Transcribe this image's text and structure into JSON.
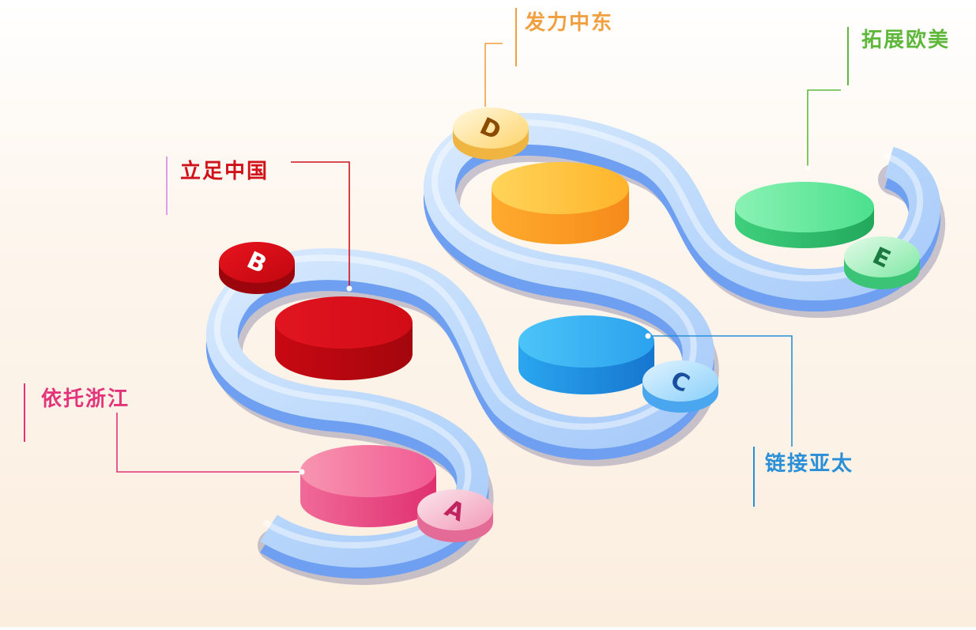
{
  "colors": {
    "band_light": "#dcecff",
    "band_mid": "#a9cdfb",
    "band_dark": "#6f9ff0",
    "shadow": "#b9b5c7",
    "zhongdong": "#f0a040",
    "oumei": "#5fb83c",
    "zhongguo": "#d0121b",
    "zhejiang": "#e3337a",
    "yatai": "#2a8fd6"
  },
  "nodes": [
    {
      "letter": "A",
      "label": "依托浙江",
      "color": "#e3337a"
    },
    {
      "letter": "B",
      "label": "立足中国",
      "color": "#d0121b"
    },
    {
      "letter": "C",
      "label": "链接亚太",
      "color": "#2a8fd6"
    },
    {
      "letter": "D",
      "label": "发力中东",
      "color": "#f0a040"
    },
    {
      "letter": "E",
      "label": "拓展欧美",
      "color": "#5fb83c"
    }
  ]
}
